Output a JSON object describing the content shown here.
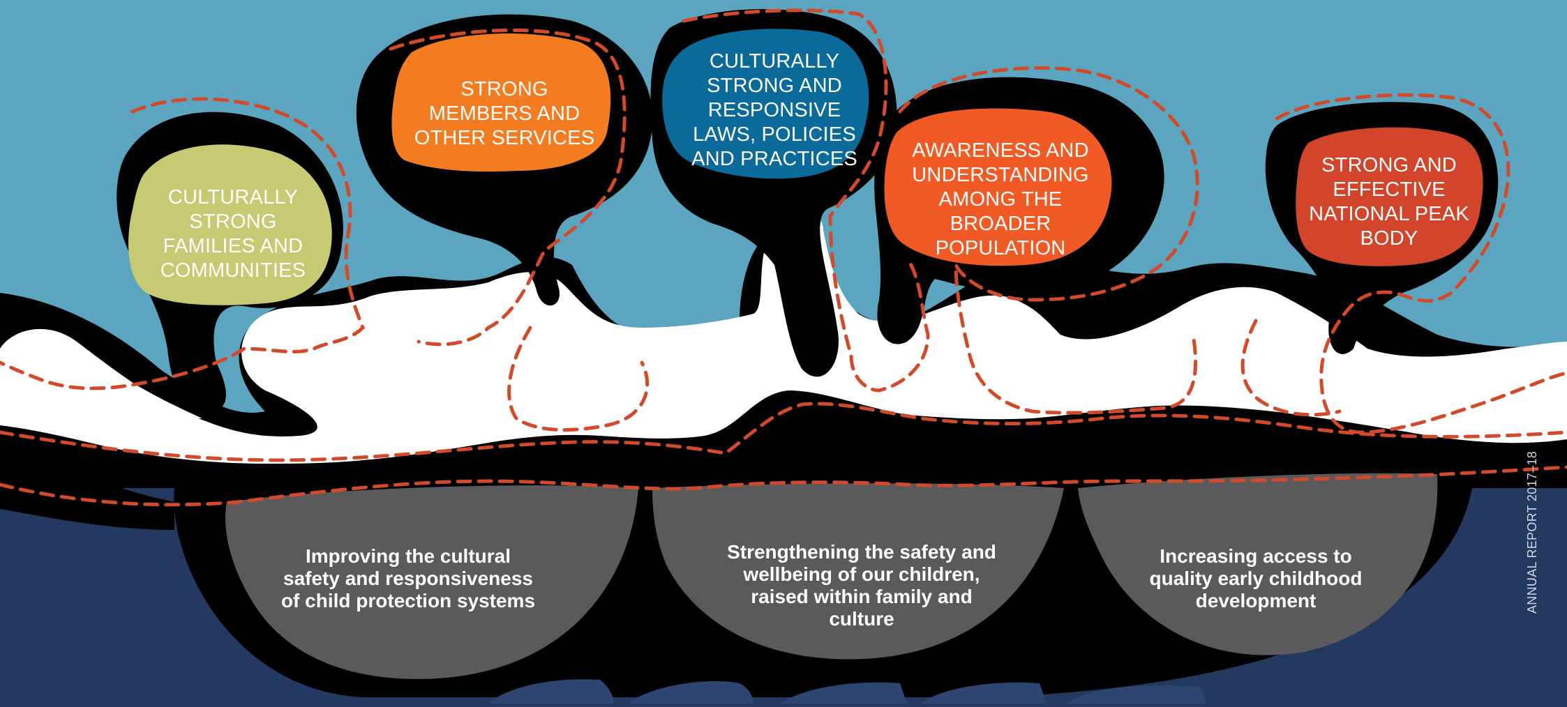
{
  "colors": {
    "sky": "#5ba5c1",
    "ground": "#23395f",
    "river": "#ffffff",
    "outline": "#000000",
    "dash": "#d24a2a",
    "rock": "#5a5a5c"
  },
  "goals": [
    {
      "id": "families",
      "text": "CULTURALLY\nSTRONG\nFAMILIES AND\nCOMMUNITIES",
      "color": "#c8c973"
    },
    {
      "id": "members",
      "text": "STRONG\nMEMBERS AND\nOTHER SERVICES",
      "color": "#f47c20"
    },
    {
      "id": "laws",
      "text": "CULTURALLY\nSTRONG AND\nRESPONSIVE\nLAWS, POLICIES\nAND PRACTICES",
      "color": "#0a6a9a"
    },
    {
      "id": "awareness",
      "text": "AWARENESS AND\nUNDERSTANDING\nAMONG THE\nBROADER\nPOPULATION",
      "color": "#f15a24"
    },
    {
      "id": "peak",
      "text": "STRONG AND\nEFFECTIVE\nNATIONAL PEAK\nBODY",
      "color": "#d2452a"
    }
  ],
  "outcomes": [
    {
      "id": "safety",
      "text": "Improving the cultural\nsafety and responsiveness\nof child protection systems"
    },
    {
      "id": "wellbeing",
      "text": "Strengthening the safety and\nwellbeing of our children,\nraised within family and\nculture"
    },
    {
      "id": "early",
      "text": "Increasing access to\nquality early childhood\ndevelopment"
    }
  ],
  "side_text": "ANNUAL REPORT 2017–18"
}
